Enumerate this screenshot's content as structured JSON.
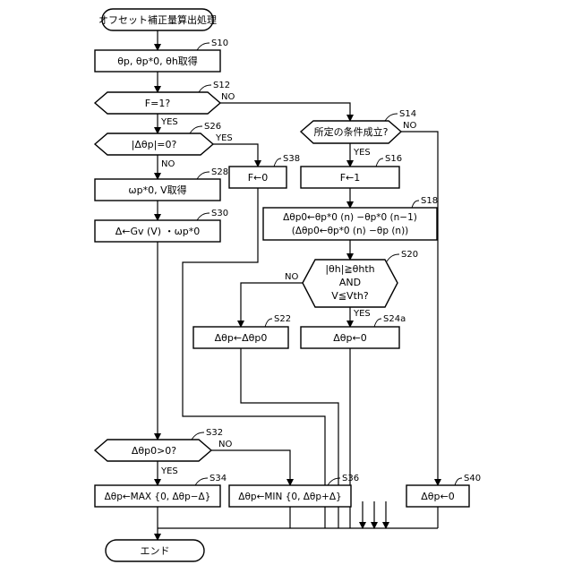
{
  "nodes": {
    "start": "オフセット補正量算出処理",
    "s10": "θp, θp*0, θh取得",
    "s12": "F=1?",
    "s14": "所定の条件成立?",
    "s26": "|Δθp|=0?",
    "s38": "F←0",
    "s16": "F←1",
    "s28": "ωp*0, V取得",
    "s18_line1": "Δθp0←θp*0 (n) −θp*0 (n−1)",
    "s18_line2": "(Δθp0←θp*0 (n) −θp (n))",
    "s30": "Δ←Gv (V) ・ωp*0",
    "s20_line1": "|θh|≧θhth",
    "s20_line2": "AND",
    "s20_line3": "V≦Vth?",
    "s22": "Δθp←Δθp0",
    "s24a": "Δθp←0",
    "s32": "Δθp0>0?",
    "s34": "Δθp←MAX {0, Δθp−Δ}",
    "s36": "Δθp←MIN {0, Δθp+Δ}",
    "s40": "Δθp←0",
    "end": "エンド"
  },
  "steps": {
    "s10": "S10",
    "s12": "S12",
    "s14": "S14",
    "s16": "S16",
    "s18": "S18",
    "s20": "S20",
    "s22": "S22",
    "s24a": "S24a",
    "s26": "S26",
    "s28": "S28",
    "s30": "S30",
    "s32": "S32",
    "s34": "S34",
    "s36": "S36",
    "s38": "S38",
    "s40": "S40"
  },
  "branches": {
    "s12_yes": "YES",
    "s12_no": "NO",
    "s14_yes": "YES",
    "s14_no": "NO",
    "s26_yes": "YES",
    "s26_no": "NO",
    "s20_yes": "YES",
    "s20_no": "NO",
    "s32_yes": "YES",
    "s32_no": "NO"
  }
}
